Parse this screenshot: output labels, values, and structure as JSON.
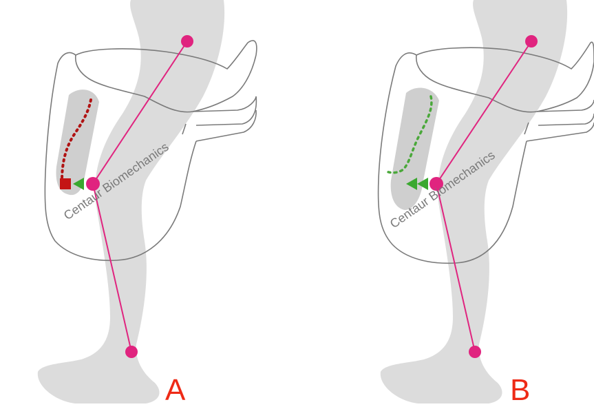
{
  "colors": {
    "leg_silhouette": "#dcdcdc",
    "saddle_outline": "#7a7a7a",
    "knee_block": "#cfcfcf",
    "skeleton_line": "#e0247f",
    "joint_dot": "#e0247f",
    "red_path": "#b01212",
    "red_marker": "#c41414",
    "green_path": "#4aa83a",
    "green_arrow": "#3aa82f",
    "label_color": "#ee2a16",
    "watermark_color": "#7a7a7a"
  },
  "panels": [
    {
      "label": "A",
      "watermark": "Centaur Biomechanics"
    },
    {
      "label": "B",
      "watermark": "Centaur Biomechanics"
    }
  ]
}
